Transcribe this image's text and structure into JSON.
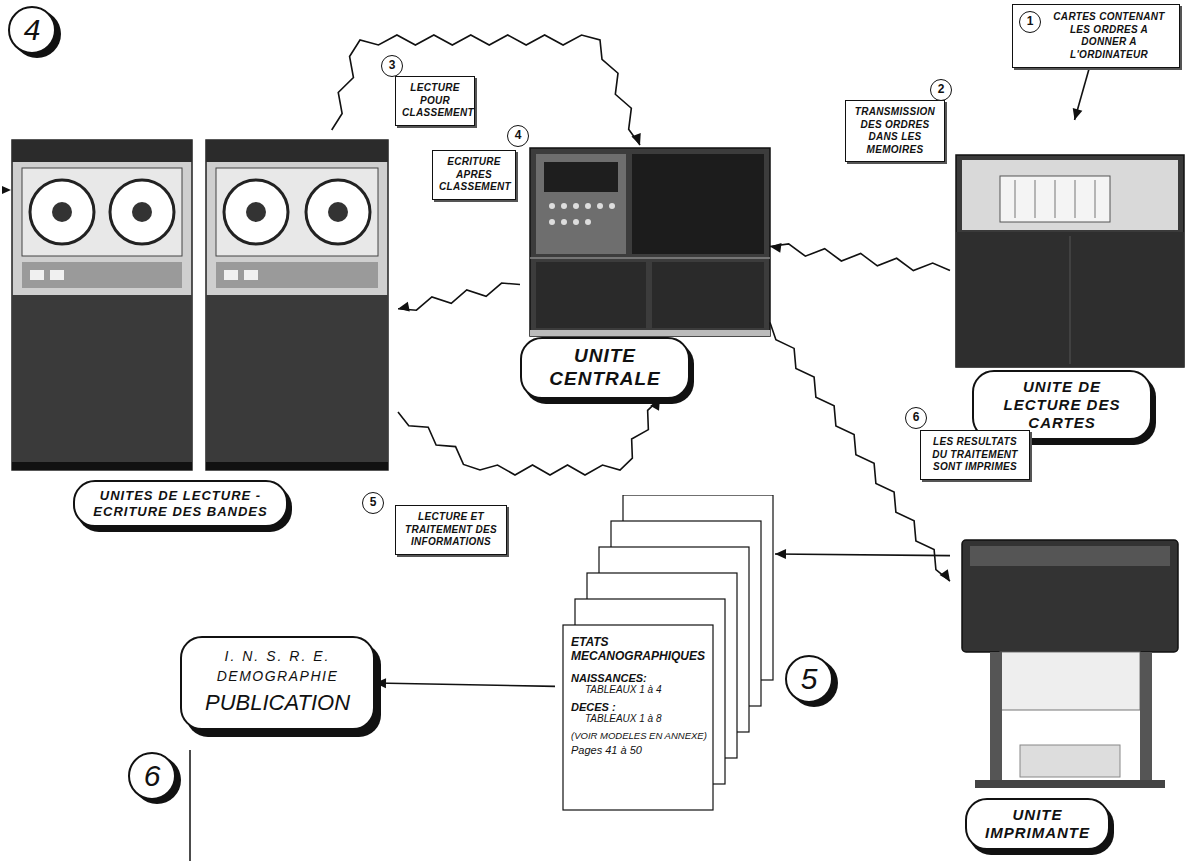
{
  "diagram": {
    "nodes": [
      {
        "text": [
          "1",
          "CARTES CONTENANT LES ORDRES A DONNER A L'ORDINATEUR"
        ]
      },
      {
        "text": [
          "UNITE DE LECTURE DES CARTES"
        ]
      },
      {
        "text": [
          "2",
          "TRANSMISSION DES ORDRES DANS LES MEMOIRES"
        ]
      },
      {
        "text": [
          "UNITE CENTRALE"
        ]
      },
      {
        "text": [
          "3",
          "LECTURE POUR CLASSEMENT"
        ]
      },
      {
        "text": [
          "4",
          "ECRITURE APRES CLASSEMENT"
        ]
      },
      {
        "text": [
          "UNITES DE LECTURE - ECRITURE DES BANDES"
        ]
      },
      {
        "text": [
          "5",
          "LECTURE ET TRAITEMENT DES INFORMATIONS"
        ]
      },
      {
        "text": [
          "6",
          "LES RESULTATS DU TRAITEMENT SONT IMPRIMES"
        ]
      },
      {
        "text": [
          "UNITE IMPRIMANTE"
        ]
      },
      {
        "text": [
          "ETATS MECANOGRAPHIQUES",
          "NAISSANCES:",
          "TABLEAUX 1 à 4",
          "DECES :",
          "TABLEAUX 1 à 8",
          "(VOIR MODELES EN ANNEXE)",
          "Pages 41 à 50"
        ]
      },
      {
        "text": [
          "I. N. S. R. E.",
          "DEMOGRAPHIE",
          "PUBLICATION"
        ]
      }
    ],
    "edges": [
      {
        "from": 0,
        "to": 1,
        "arrow": "to"
      },
      {
        "from": 1,
        "to": 3,
        "arrow": "to"
      },
      {
        "from": 6,
        "to": 3,
        "arrow": "to"
      },
      {
        "from": 3,
        "to": 6,
        "arrow": "to"
      },
      {
        "from": 6,
        "to": 3,
        "arrow": "to"
      },
      {
        "from": 3,
        "to": 9,
        "arrow": "to"
      },
      {
        "from": 9,
        "to": 10,
        "arrow": "to"
      },
      {
        "from": 10,
        "to": 11,
        "arrow": "to"
      }
    ],
    "labels": [
      "4",
      "5",
      "6"
    ]
  }
}
